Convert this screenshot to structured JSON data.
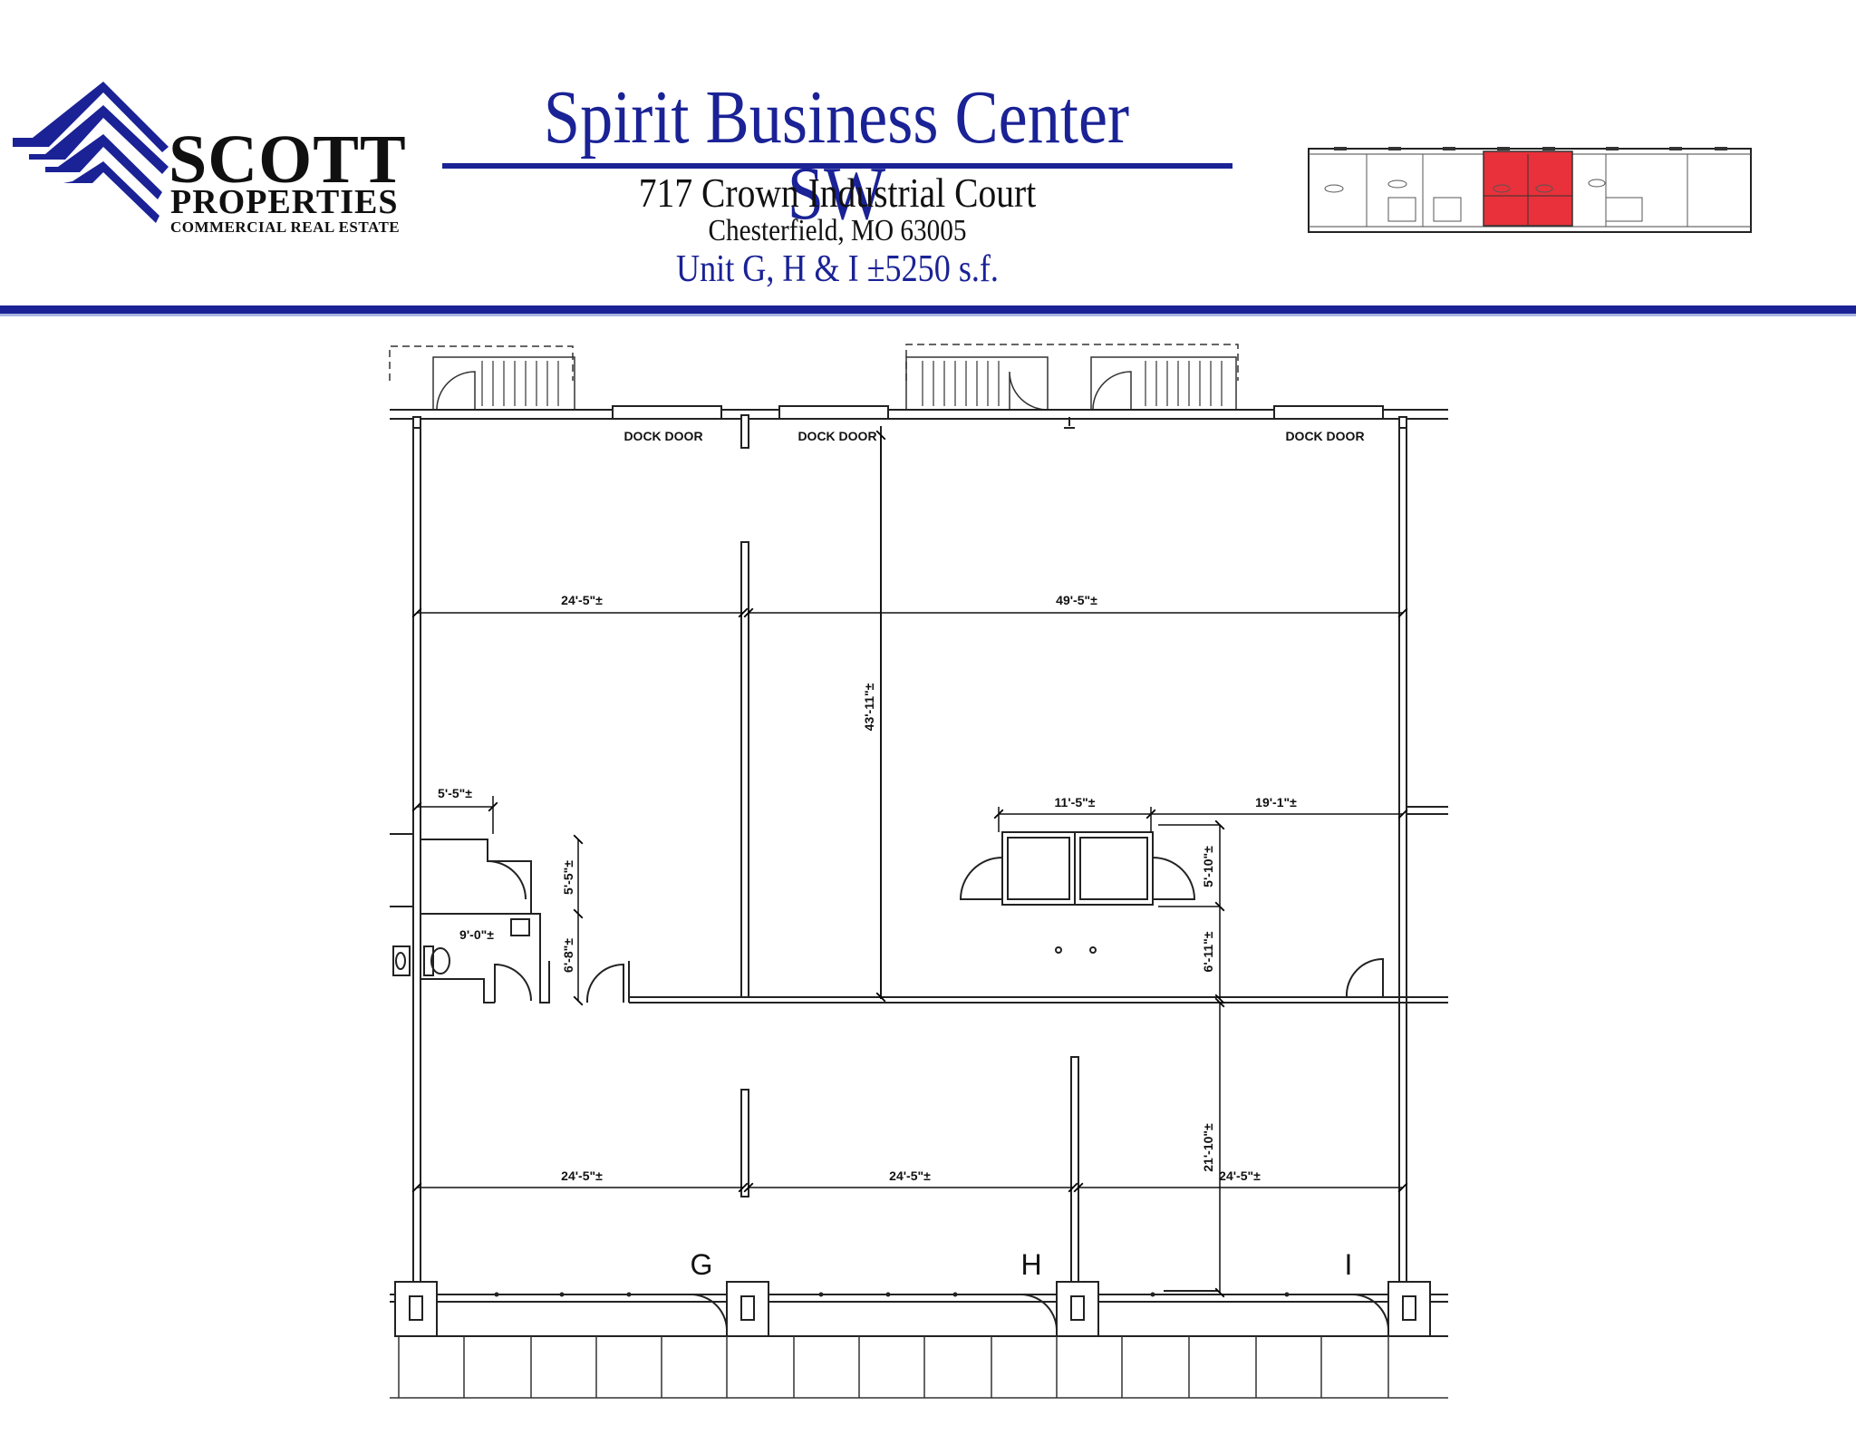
{
  "logo": {
    "name": "SCOTT",
    "subname": "PROPERTIES",
    "tagline": "COMMERCIAL REAL ESTATE"
  },
  "header": {
    "title": "Spirit Business Center SW",
    "address_line1": "717 Crown Industrial Court",
    "address_line2": "Chesterfield, MO  63005",
    "unit_info": "Unit G, H & I   ±5250 s.f."
  },
  "floor_plan": {
    "dock_doors": [
      "DOCK DOOR",
      "DOCK DOOR",
      "DOCK DOOR"
    ],
    "units": [
      "G",
      "H",
      "I"
    ],
    "dimensions": {
      "upper_left_width": "24'-5\"±",
      "upper_right_width": "49'-5\"±",
      "upper_depth": "43'-11\"±",
      "restroom_width": "5'-5\"±",
      "restroom_depth_a": "5'-5\"±",
      "restroom_width_b": "9'-0\"±",
      "restroom_depth_b": "6'-8\"±",
      "office_width": "11'-5\"±",
      "office_offset": "19'-1\"±",
      "office_depth": "5'-10\"±",
      "office_gap": "6'-11\"±",
      "lower_g_width": "24'-5\"±",
      "lower_h_width": "24'-5\"±",
      "lower_i_width": "24'-5\"±",
      "lower_depth": "21'-10\"±"
    }
  },
  "colors": {
    "brand_blue": "#1a2296",
    "highlight_red": "#e8313a"
  }
}
